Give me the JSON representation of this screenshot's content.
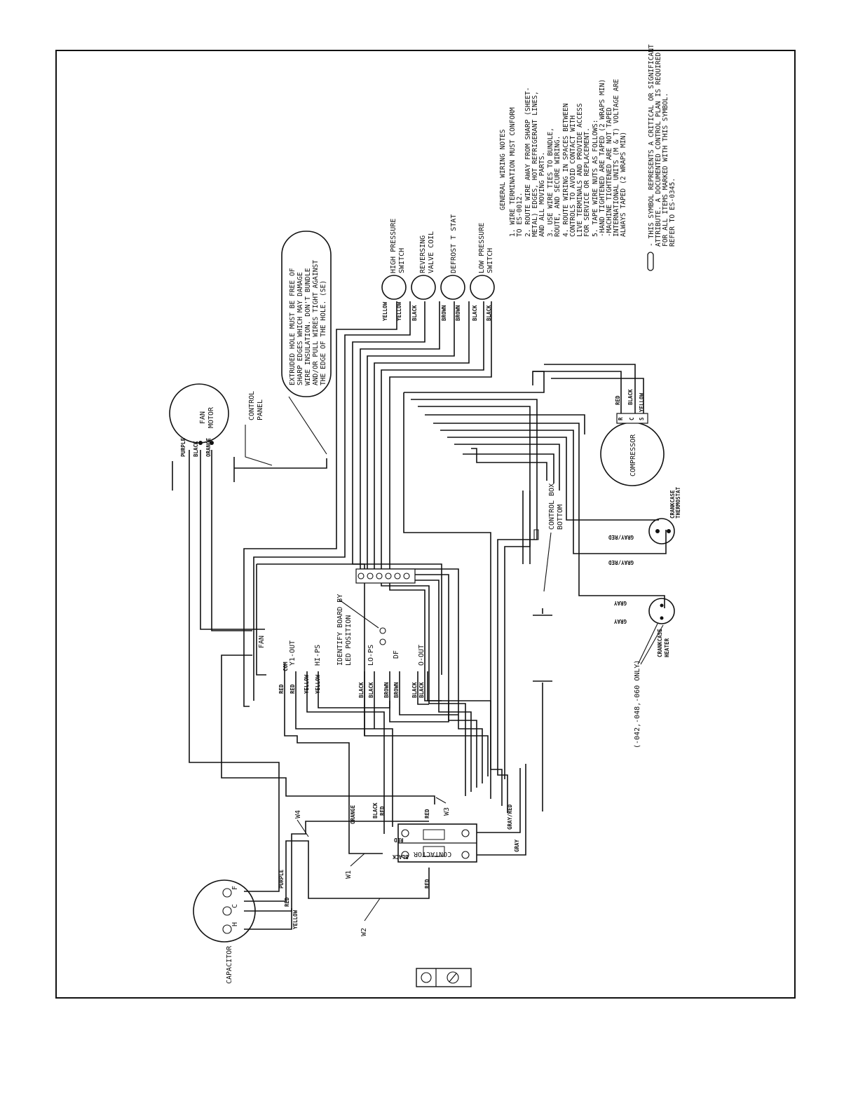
{
  "components": {
    "fan_motor": [
      "FAN",
      "MOTOR"
    ],
    "control_panel": [
      "CONTROL",
      "PANEL"
    ],
    "high_pressure": [
      "HIGH PRESSURE",
      "SWITCH"
    ],
    "reversing_valve": [
      "REVERSING",
      "VALVE COIL"
    ],
    "defrost": "DEFROST T STAT",
    "low_pressure": [
      "LOW PRESSURE",
      "SWITCH"
    ],
    "compressor": "COMPRESSOR",
    "crankcase_thermostat": [
      "CRANKCASE",
      "THERMOSTAT"
    ],
    "crankcase_heater": [
      "CRANKCASE",
      "HEATER"
    ],
    "heater_note": "(-042,-048,-060 ONLY)",
    "control_box": [
      "CONTROL BOX",
      "BOTTOM"
    ],
    "capacitor": "CAPACITOR",
    "contactor": "CONTACTOR"
  },
  "callout": [
    "EXTRUDED HOLE MUST BE FREE OF",
    "SHARP EDGES WHICH MAY DAMAGE",
    "WIRE INSULATION. DON'T BUNDLE",
    "AND/OR PULL WIRES TIGHT AGAINST",
    "THE EDGE OF THE HOLE.   (SE)"
  ],
  "board": {
    "identify": [
      "IDENTIFY BOARD BY",
      "LED POSITION"
    ],
    "terminals": [
      "FAN",
      "Y1-OUT",
      "HI-PS",
      "LO-PS",
      "DF",
      "O-OUT"
    ],
    "com": "COM"
  },
  "compressor_terminals": [
    "R",
    "C",
    "S"
  ],
  "capacitor_terminals": [
    "H",
    "C",
    "F"
  ],
  "wire_colors": {
    "purple": "PURPLE",
    "black": "BLACK",
    "orange": "ORANGE",
    "yellow": "YELLOW",
    "brown": "BROWN",
    "red": "RED",
    "gray": "GRAY",
    "grayred": "GRAY/RED"
  },
  "wire_ids": [
    "W1",
    "W2",
    "W3",
    "W4"
  ],
  "notes": [
    "GENERAL WIRING NOTES",
    "1.  WIRE TERMINATION MUST CONFORM",
    "    TO ES-0012.",
    "2.  ROUTE WIRE AWAY FROM SHARP (SHEET-",
    "    METAL) EDGES, HOT REFRIGERANT LINES,",
    "    AND ALL MOVING PARTS.",
    "3.  USE WIRE TIES TO BUNDLE,",
    "    ROUTE, AND SECURE WIRING.",
    "4.  ROUTE WIRING IN SPACES BETWEEN",
    "    CONTROLS TO AVOID CONTACT WITH",
    "    LIVE TERMINALS AND PROVIDE ACCESS",
    "    FOR SERVICE OR REPLACEMENT.",
    "5.  TAPE WIRE NUTS AS FOLLOWS:",
    "    -HAND TIGHTENED ARE TAPED (2 WRAPS MIN)",
    "    -MACHINE TIGHTENED ARE NOT TAPED",
    "    INTERNATIONAL UNITS (M & T) VOLTAGE ARE",
    "    ALWAYS TAPED (2 WRAPS MIN)",
    "",
    "- THIS SYMBOL REPRESENTS A CRITICAL OR SIGNIFICANT",
    "  ATTRIBUTE. A DOCUMENTED CONTROL PLAN IS REQUIRED",
    "  FOR ALL ITEMS MARKED WITH THIS SYMBOL.",
    "  REFER TO  ES-0345."
  ]
}
